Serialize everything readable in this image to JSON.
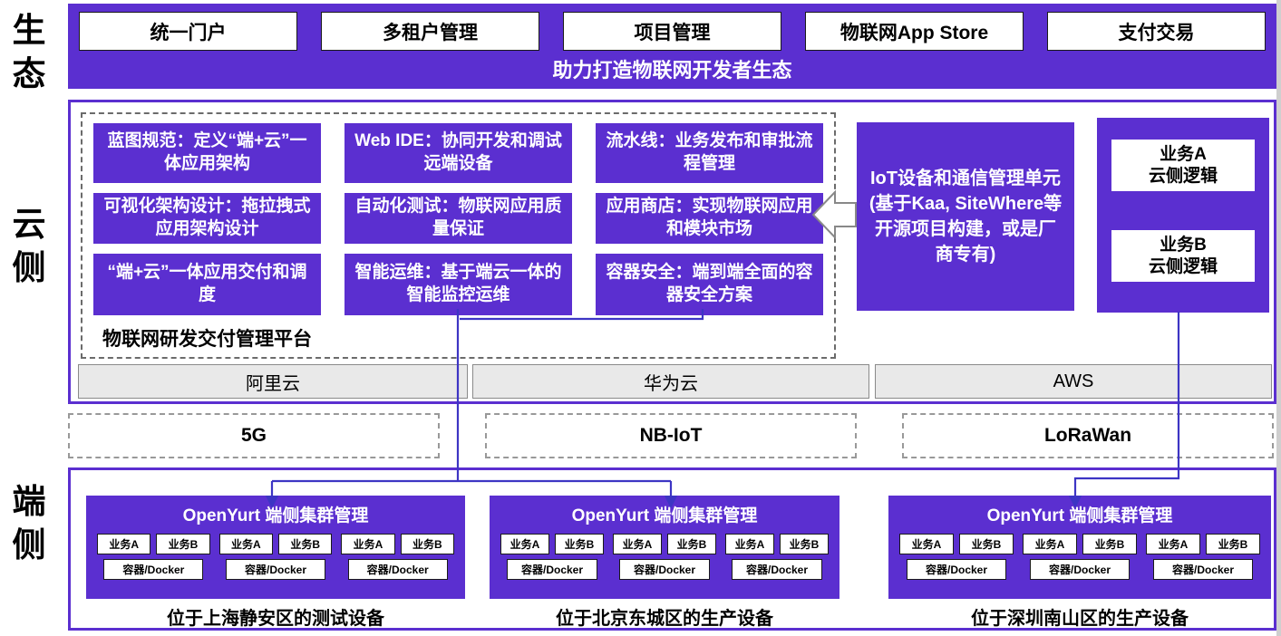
{
  "colors": {
    "purple": "#5b2fd0",
    "connector": "#3d35c4",
    "bar_gray": "#e9e9e9"
  },
  "side_labels": {
    "ecosystem": "生态",
    "cloud": "云侧",
    "edge": "端侧"
  },
  "ecosystem": {
    "portals": [
      "统一门户",
      "多租户管理",
      "项目管理",
      "物联网App Store",
      "支付交易"
    ],
    "caption": "助力打造物联网开发者生态"
  },
  "cloud": {
    "platform": {
      "label": "物联网研发交付管理平台",
      "cells": [
        "蓝图规范：定义“端+云”一体应用架构",
        "Web IDE：协同开发和调试远端设备",
        "流水线：业务发布和审批流程管理",
        "可视化架构设计：拖拉拽式应用架构设计",
        "自动化测试：物联网应用质量保证",
        "应用商店：实现物联网应用和模块市场",
        "“端+云”一体应用交付和调度",
        "智能运维：基于端云一体的智能监控运维",
        "容器安全：端到端全面的容器安全方案"
      ]
    },
    "iot_unit": "IoT设备和通信管理单元\n(基于Kaa, SiteWhere等开源项目构建，或是厂商专有)",
    "services": [
      "业务A\n云侧逻辑",
      "业务B\n云侧逻辑"
    ],
    "providers": [
      "阿里云",
      "华为云",
      "AWS"
    ]
  },
  "network": [
    "5G",
    "NB-IoT",
    "LoRaWan"
  ],
  "edge": {
    "cluster_title": "OpenYurt 端侧集群管理",
    "pod": {
      "a": "业务A",
      "b": "业务B",
      "docker": "容器/Docker"
    },
    "captions": [
      "位于上海静安区的测试设备",
      "位于北京东城区的生产设备",
      "位于深圳南山区的生产设备"
    ]
  }
}
